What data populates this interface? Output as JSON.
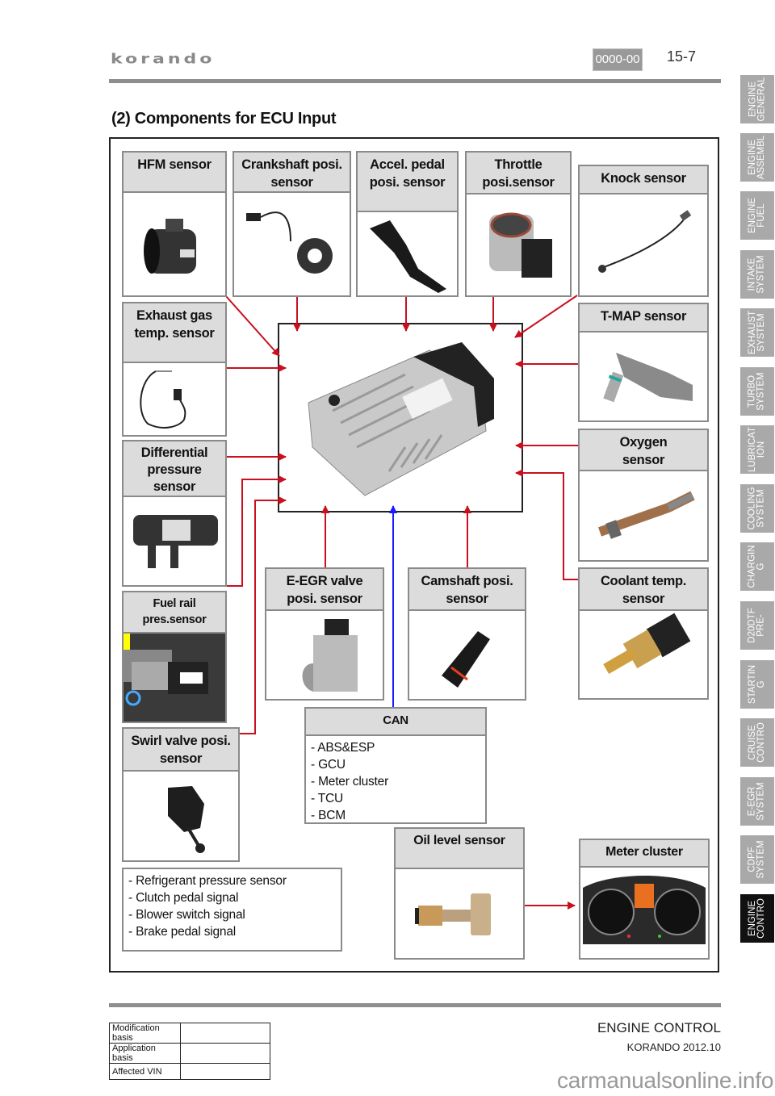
{
  "header": {
    "logo": "korando",
    "section_code": "0000-00",
    "page_number": "15-7"
  },
  "section_title": "(2) Components for ECU Input",
  "side_tabs": [
    {
      "label": "ENGINE\nGENERAL",
      "active": false
    },
    {
      "label": "ENGINE\nASSEMBL",
      "active": false
    },
    {
      "label": "ENGINE\nFUEL",
      "active": false
    },
    {
      "label": "INTAKE\nSYSTEM",
      "active": false
    },
    {
      "label": "EXHAUST\nSYSTEM",
      "active": false
    },
    {
      "label": "TURBO\nSYSTEM",
      "active": false
    },
    {
      "label": "LUBRICAT\nION",
      "active": false
    },
    {
      "label": "COOLING\nSYSTEM",
      "active": false
    },
    {
      "label": "CHARGIN\nG",
      "active": false
    },
    {
      "label": "D20DTF\nPRE-",
      "active": false
    },
    {
      "label": "STARTIN\nG",
      "active": false
    },
    {
      "label": "CRUISE\nCONTRO",
      "active": false
    },
    {
      "label": "E-EGR\nSYSTEM",
      "active": false
    },
    {
      "label": "CDPF\nSYSTEM",
      "active": false
    },
    {
      "label": "ENGINE\nCONTRO",
      "active": true
    }
  ],
  "diagram": {
    "center": "ECU",
    "components": {
      "hfm": {
        "label": "HFM sensor",
        "icon": "mass-air-flow-sensor"
      },
      "crank": {
        "label": "Crankshaft posi.\nsensor",
        "icon": "crankshaft-sensor"
      },
      "accel": {
        "label": "Accel. pedal\nposi. sensor",
        "icon": "accelerator-pedal"
      },
      "throttle": {
        "label": "Throttle\nposi.sensor",
        "icon": "throttle-body"
      },
      "knock": {
        "label": "Knock sensor",
        "icon": "knock-sensor"
      },
      "exhaust": {
        "label": "Exhaust gas\ntemp. sensor",
        "icon": "exhaust-temp-sensor"
      },
      "tmap": {
        "label": "T-MAP sensor",
        "icon": "tmap-sensor"
      },
      "diff": {
        "label": "Differential\npressure\nsensor",
        "icon": "differential-pressure-sensor"
      },
      "oxygen": {
        "label": "Oxygen\nsensor",
        "icon": "oxygen-sensor"
      },
      "fuelrail": {
        "label": "Fuel rail\npres.sensor",
        "icon": "fuel-rail-sensor"
      },
      "egr": {
        "label": "E-EGR valve\nposi. sensor",
        "icon": "egr-valve"
      },
      "cam": {
        "label": "Camshaft posi.\nsensor",
        "icon": "camshaft-sensor"
      },
      "coolant": {
        "label": "Coolant temp.\nsensor",
        "icon": "coolant-temp-sensor"
      },
      "swirl": {
        "label": "Swirl valve posi.\nsensor",
        "icon": "swirl-valve-sensor"
      },
      "oil": {
        "label": "Oil level sensor",
        "icon": "oil-level-sensor"
      },
      "meter": {
        "label": "Meter cluster",
        "icon": "instrument-cluster"
      }
    },
    "can": {
      "label": "CAN",
      "items": [
        "- ABS&ESP",
        "- GCU",
        "- Meter cluster",
        "- TCU",
        "- BCM"
      ]
    },
    "other_inputs": [
      "- Refrigerant pressure sensor",
      "- Clutch pedal signal",
      "- Blower switch signal",
      "- Brake pedal signal"
    ],
    "colors": {
      "signal_line": "#c8101e",
      "can_line": "#1a1aff",
      "box_border": "#8a8a8a",
      "box_header": "#dcdcdc"
    }
  },
  "footer": {
    "table": [
      {
        "key": "Modification basis",
        "value": ""
      },
      {
        "key": "Application basis",
        "value": ""
      },
      {
        "key": "Affected VIN",
        "value": ""
      }
    ],
    "title": "ENGINE CONTROL",
    "subtitle": "KORANDO 2012.10",
    "watermark": "carmanualsonline.info"
  }
}
